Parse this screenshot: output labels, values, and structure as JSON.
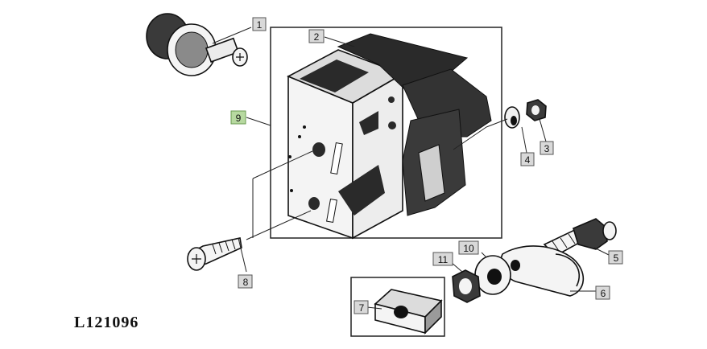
{
  "diagram": {
    "reference": "L121096",
    "callouts": [
      {
        "id": "1",
        "label": "1",
        "highlight": false
      },
      {
        "id": "2",
        "label": "2",
        "highlight": false
      },
      {
        "id": "3",
        "label": "3",
        "highlight": false
      },
      {
        "id": "4",
        "label": "4",
        "highlight": false
      },
      {
        "id": "5",
        "label": "5",
        "highlight": false
      },
      {
        "id": "6",
        "label": "6",
        "highlight": false
      },
      {
        "id": "7",
        "label": "7",
        "highlight": false
      },
      {
        "id": "8",
        "label": "8",
        "highlight": false
      },
      {
        "id": "9",
        "label": "9",
        "highlight": true
      },
      {
        "id": "10",
        "label": "10",
        "highlight": false
      },
      {
        "id": "11",
        "label": "11",
        "highlight": false
      }
    ],
    "parts": {
      "1": "push-button-icon",
      "2": "latch-lever-icon",
      "3": "hex-nut-icon",
      "4": "washer-icon",
      "5": "bolt-icon",
      "6": "bracket-clip-icon",
      "7": "square-nut-icon",
      "8": "screw-icon",
      "9": "latch-housing-icon",
      "10": "washer-icon",
      "11": "hex-nut-icon"
    },
    "colors": {
      "highlight": "#b7d9a0",
      "callout": "#d9d9d9",
      "ink": "#111111"
    }
  }
}
